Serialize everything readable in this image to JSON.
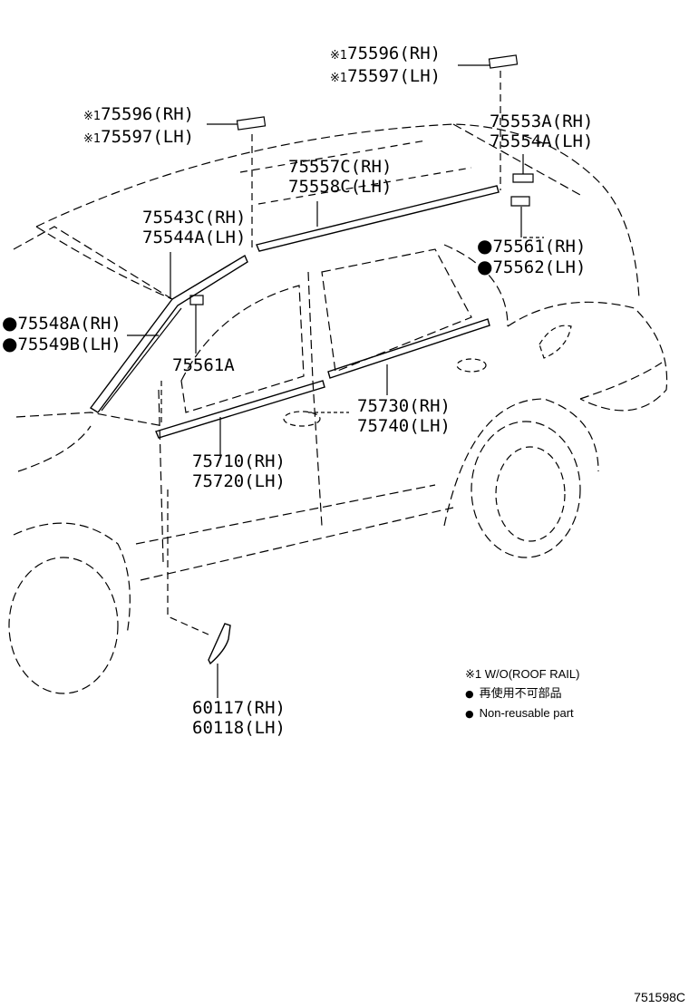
{
  "callouts": {
    "roof_clip_upper": {
      "rh": "75596(RH)",
      "lh": "75597(LH)",
      "marker": "※1"
    },
    "roof_clip_left": {
      "rh": "75596(RH)",
      "lh": "75597(LH)",
      "marker": "※1"
    },
    "rear_cover": {
      "rh": "75553A(RH)",
      "lh": "75554A(LH)"
    },
    "roof_molding": {
      "rh": "75557C(RH)",
      "lh": "75558C(LH)"
    },
    "front_pillar_molding": {
      "rh": "75543C(RH)",
      "lh": "75544A(LH)"
    },
    "clip_rear": {
      "rh": "75561(RH)",
      "lh": "75562(LH)",
      "marker": "●"
    },
    "windshield_molding": {
      "rh": "75548A(RH)",
      "lh": "75549B(LH)",
      "marker": "●"
    },
    "clip_front": {
      "single": "75561A"
    },
    "rear_door_belt": {
      "rh": "75730(RH)",
      "lh": "75740(LH)"
    },
    "front_door_belt": {
      "rh": "75710(RH)",
      "lh": "75720(LH)"
    },
    "mirror_cover": {
      "rh": "60117(RH)",
      "lh": "60118(LH)"
    }
  },
  "legend": {
    "line1": "※1 W/O(ROOF RAIL)",
    "line2": "再使用不可部品",
    "line3": "Non-reusable part",
    "dot": "●"
  },
  "reference": "751598C"
}
